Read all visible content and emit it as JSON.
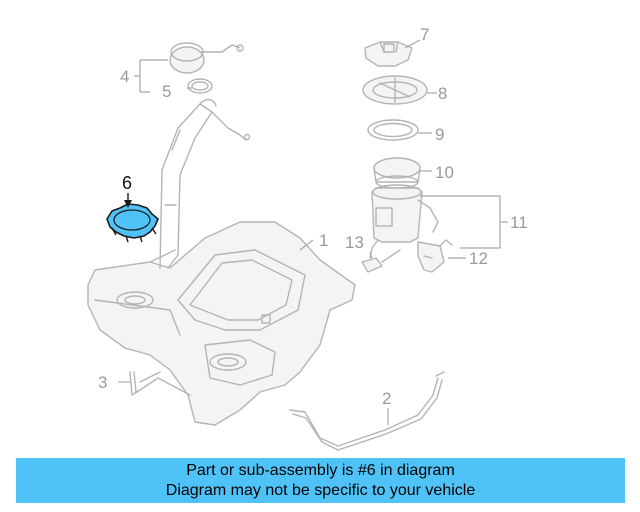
{
  "callouts": {
    "c1": "1",
    "c2": "2",
    "c3": "3",
    "c4": "4",
    "c5": "5",
    "c6": "6",
    "c7": "7",
    "c8": "8",
    "c9": "9",
    "c10": "10",
    "c11": "11",
    "c12": "12",
    "c13": "13"
  },
  "highlight": {
    "part_number": "6",
    "color": "#4fc3f7"
  },
  "banner": {
    "line1": "Part or sub-assembly is #6 in diagram",
    "line2": "Diagram may not be specific to your vehicle",
    "background": "#4fc3f7"
  }
}
